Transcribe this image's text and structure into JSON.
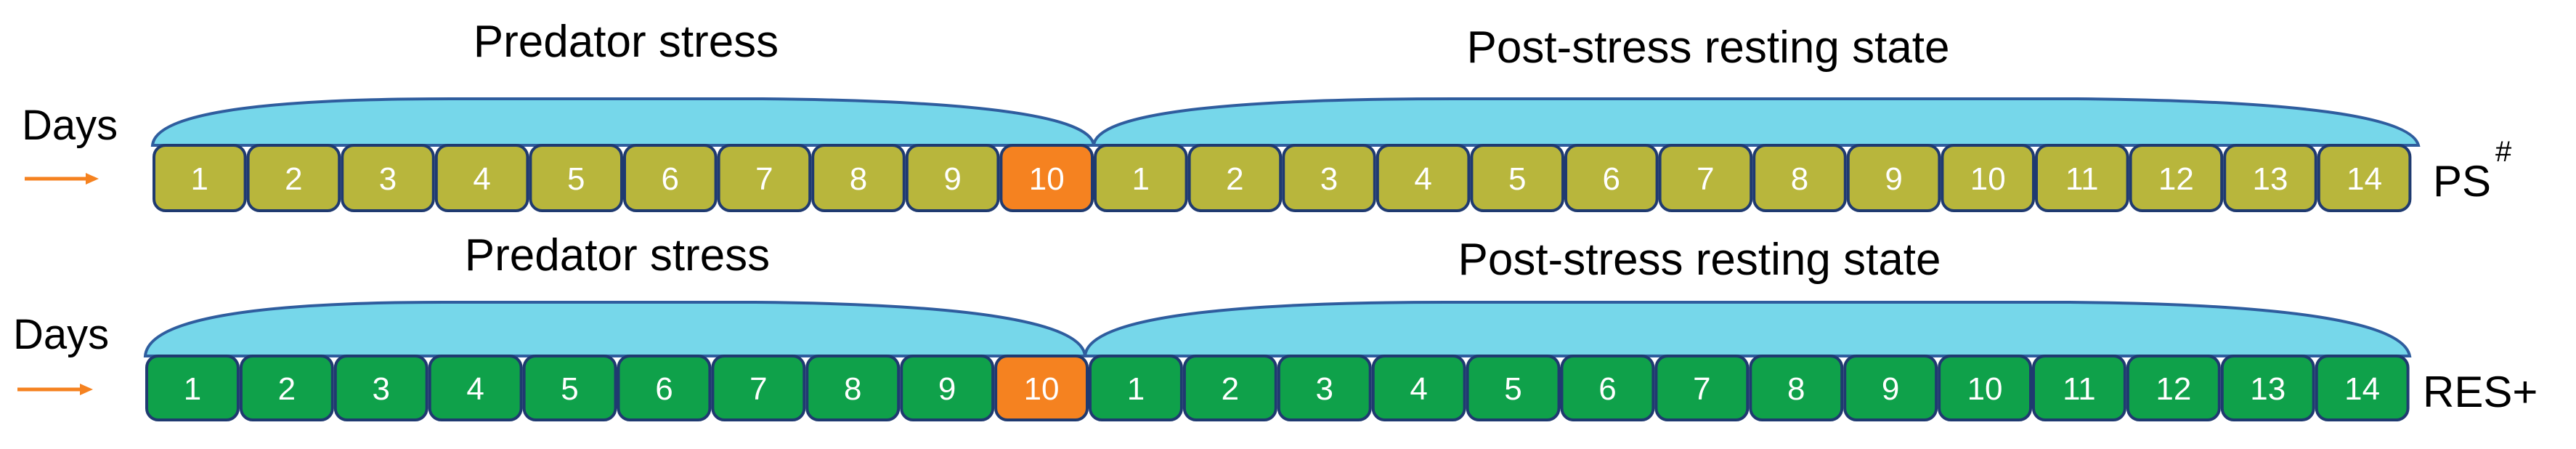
{
  "rows": [
    {
      "days_label": "Days",
      "phase1_label": "Predator stress",
      "phase2_label": "Post-stress resting state",
      "stress_days": [
        "1",
        "2",
        "3",
        "4",
        "5",
        "6",
        "7",
        "8",
        "9",
        "10"
      ],
      "rest_days": [
        "1",
        "2",
        "3",
        "4",
        "5",
        "6",
        "7",
        "8",
        "9",
        "10",
        "11",
        "12",
        "13",
        "14"
      ],
      "group_label": "PS",
      "group_sup": "#",
      "day_fill": "#b8b63c",
      "day_text_color": "#ffffff"
    },
    {
      "days_label": "Days",
      "phase1_label": "Predator stress",
      "phase2_label": "Post-stress resting state",
      "stress_days": [
        "1",
        "2",
        "3",
        "4",
        "5",
        "6",
        "7",
        "8",
        "9",
        "10"
      ],
      "rest_days": [
        "1",
        "2",
        "3",
        "4",
        "5",
        "6",
        "7",
        "8",
        "9",
        "10",
        "11",
        "12",
        "13",
        "14"
      ],
      "group_label": "RES+",
      "group_sup": "",
      "day_fill": "#0fa14a",
      "day_text_color": "#ffffff"
    }
  ],
  "colors": {
    "highlight_day": "#f58220",
    "arc_fill": "#76d7ea",
    "arc_stroke": "#2f5d9e",
    "cell_stroke": "#1f3a70",
    "arrow": "#f58220",
    "label_text": "#000000"
  }
}
